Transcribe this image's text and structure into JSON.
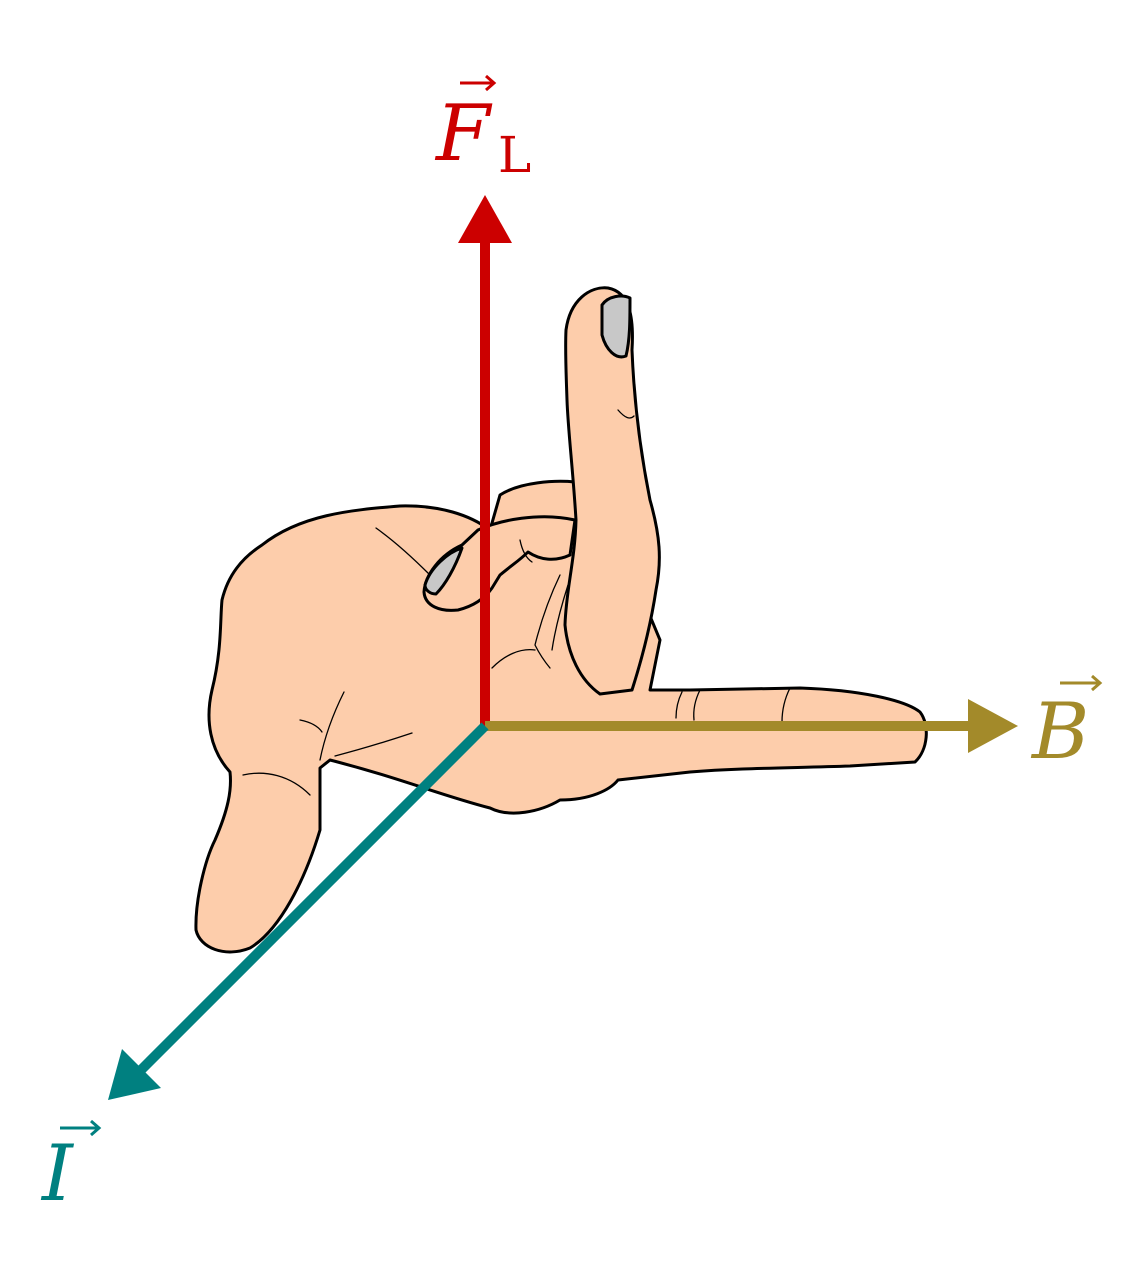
{
  "labels": {
    "force": {
      "symbol": "F",
      "subscript": "L"
    },
    "field": {
      "symbol": "B"
    },
    "current": {
      "symbol": "I"
    }
  },
  "colors": {
    "force": "#cc0000",
    "field": "#a38a2a",
    "current": "#008080",
    "skin": "#fdcdab",
    "nail": "#c8c8c8",
    "outline": "#000000",
    "background": "#ffffff"
  },
  "icons": {
    "hand": "left-hand-rule-icon",
    "vector_arrow": "vector-arrow-icon"
  }
}
